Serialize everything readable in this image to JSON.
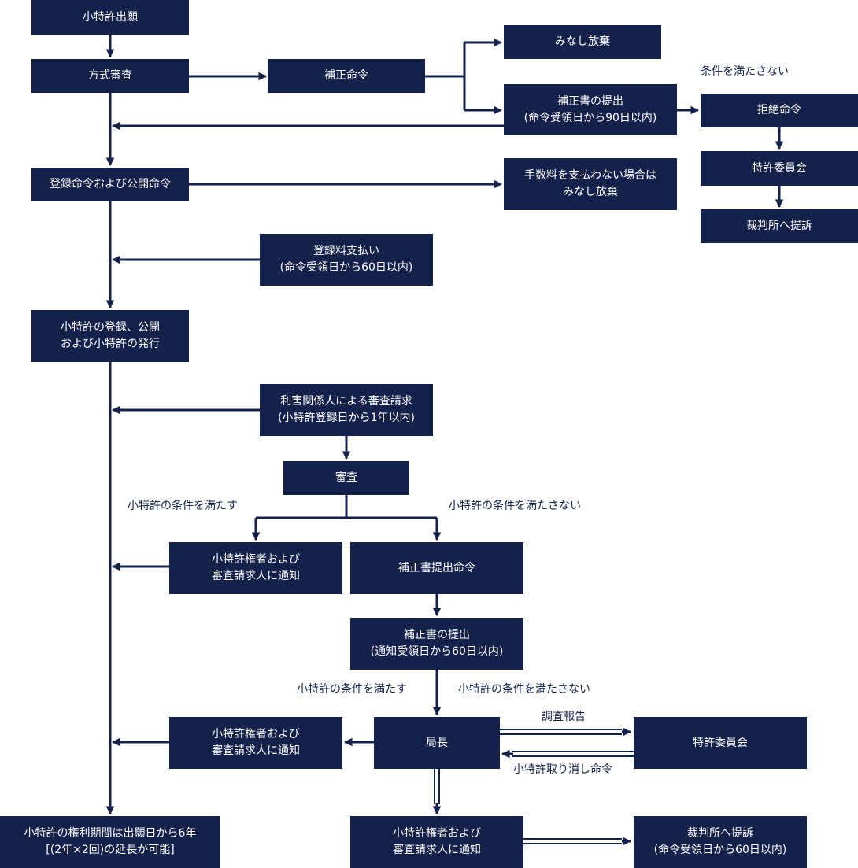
{
  "diagram": {
    "colors": {
      "box": "#14214a",
      "text": "#ffffff",
      "line": "#14214a",
      "background": "#ffffff"
    },
    "nodes": {
      "application": "小特許出願",
      "formality_exam": "方式審査",
      "correction_order": "補正命令",
      "deemed_abandon_1": "みなし放棄",
      "correction_submit_1": "補正書の提出\n(命令受領日から90日以内)",
      "rejection_order": "拒絶命令",
      "patent_committee_1": "特許委員会",
      "appeal_court_1": "裁判所へ提訴",
      "registration_publication_order": "登録命令および公開命令",
      "fee_unpaid_abandon": "手数料を支払わない場合は\nみなし放棄",
      "registration_fee": "登録料支払い\n(命令受領日から60日以内)",
      "registration_issue": "小特許の登録、公開\nおよび小特許の発行",
      "exam_request": "利害関係人による審査請求\n(小特許登録日から1年以内)",
      "examination": "審査",
      "notify_1": "小特許権者および\n審査請求人に通知",
      "correction_submit_order": "補正書提出命令",
      "correction_submit_2": "補正書の提出\n(通知受領日から60日以内)",
      "notify_2": "小特許権者および\n審査請求人に通知",
      "director_general": "局長",
      "patent_committee_2": "特許委員会",
      "term": "小特許の権利期間は出願日から6年\n[(2年×2回)の延長が可能]",
      "notify_3": "小特許権者および\n審査請求人に通知",
      "appeal_court_2": "裁判所へ提訴\n(命令受領日から60日以内)"
    },
    "labels": {
      "not_met_1": "条件を満たさない",
      "met_1": "小特許の条件を満たす",
      "not_met_2": "小特許の条件を満たさない",
      "met_2": "小特許の条件を満たす",
      "not_met_3": "小特許の条件を満たさない",
      "investigation_report": "調査報告",
      "revocation_order": "小特許取り消し命令"
    }
  }
}
